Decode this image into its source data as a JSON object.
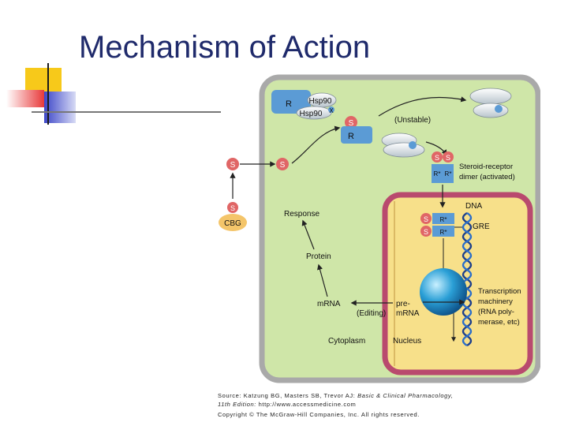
{
  "slide": {
    "title": "Mechanism of Action"
  },
  "colors": {
    "title": "#1f2a6b",
    "cell_fill": "#cfe6a8",
    "cell_border": "#a9a9a9",
    "nucleus_border": "#b94a6e",
    "nucleus_fill": "#f7e08a",
    "receptor": "#5b9bd5",
    "steroid": "#e06666",
    "cbg": "#f4c56a",
    "deco_yellow": "#f7c91a",
    "deco_red": "#e8393a",
    "deco_blue": "#3c46c8"
  },
  "figure": {
    "hsp_complex": {
      "receptor": "R",
      "hsp_top": "Hsp90",
      "hsp_bottom": "Hsp90",
      "marker": "X"
    },
    "unstable_label": "(Unstable)",
    "steroid": "S",
    "receptor": "R",
    "cbg": "CBG",
    "dimer_receptor": "R*",
    "dimer_label_line1": "Steroid-receptor",
    "dimer_label_line2": "dimer (activated)",
    "dna_label": "DNA",
    "gre_label": "GRE",
    "response": "Response",
    "protein": "Protein",
    "mrna": "mRNA",
    "editing": "(Editing)",
    "premrna_line1": "pre-",
    "premrna_line2": "mRNA",
    "transcription_lines": [
      "Transcription",
      "machinery",
      "(RNA poly-",
      "merase, etc)"
    ],
    "cytoplasm": "Cytoplasm",
    "nucleus": "Nucleus"
  },
  "caption": {
    "source_prefix": "Source: Katzung BG, Masters SB, Trevor AJ: ",
    "source_book": "Basic & Clinical Pharmacology,",
    "edition": "11th Edition:",
    "url": " http://www.accessmedicine.com",
    "copyright": "Copyright © The McGraw-Hill Companies, Inc. All rights reserved."
  }
}
